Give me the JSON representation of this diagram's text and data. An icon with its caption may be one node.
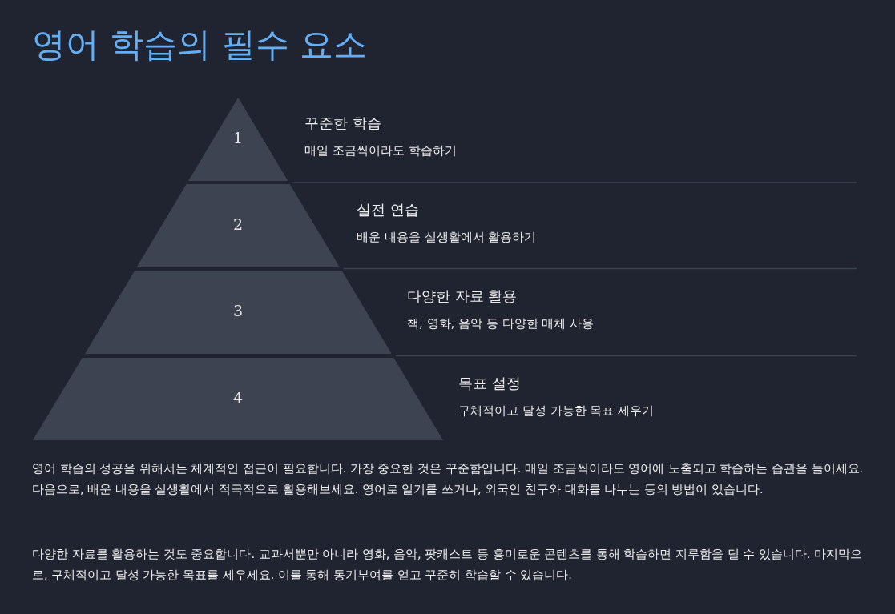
{
  "diagram": {
    "title": "영어 학습의 필수 요소",
    "nodes": [
      {
        "text": [
          "1"
        ],
        "beside": [
          "꾸준한 학습",
          "매일 조금씩이라도 학습하기"
        ]
      },
      {
        "text": [
          "2"
        ],
        "beside": [
          "실전 연습",
          "배운 내용을 실생활에서 활용하기"
        ]
      },
      {
        "text": [
          "3"
        ],
        "beside": [
          "다양한 자료 활용",
          "책, 영화, 음악 등 다양한 매체 사용"
        ]
      },
      {
        "text": [
          "4"
        ],
        "beside": [
          "목표 설정",
          "구체적이고 달성 가능한 목표 세우기"
        ]
      }
    ],
    "labels": [
      "영어 학습의 성공을 위해서는 체계적인 접근이 필요합니다. 가장 중요한 것은 꾸준함입니다. 매일 조금씩이라도 영어에 노출되고 학습하는 습관을 들이세요. 다음으로, 배운 내용을 실생활에서 적극적으로 활용해보세요. 영어로 일기를 쓰거나, 외국인 친구와 대화를 나누는 등의 방법이 있습니다.",
      "다양한 자료를 활용하는 것도 중요합니다. 교과서뿐만 아니라 영화, 음악, 팟캐스트 등 흥미로운 콘텐츠를 통해 학습하면 지루함을 덜 수 있습니다. 마지막으로, 구체적이고 달성 가능한 목표를 세우세요. 이를 통해 동기부여를 얻고 꾸준히 학습할 수 있습니다."
    ]
  }
}
